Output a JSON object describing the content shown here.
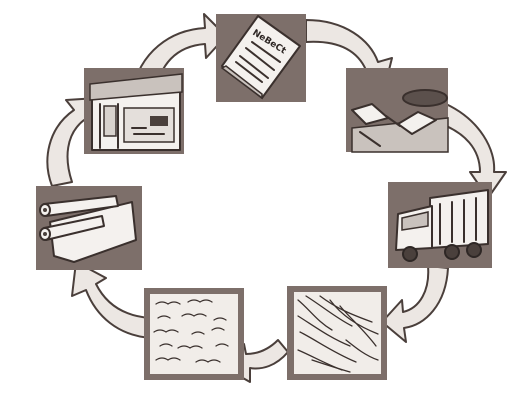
{
  "diagram": {
    "cycle_steps": [
      {
        "id": "newspaper",
        "icon": "newspaper-icon",
        "headline_text": "NeBeCt"
      },
      {
        "id": "collection-bin",
        "icon": "recycling-bin-icon"
      },
      {
        "id": "truck",
        "icon": "truck-icon"
      },
      {
        "id": "shredded-fibers",
        "icon": "fiber-icon"
      },
      {
        "id": "pulp",
        "icon": "pulp-icon"
      },
      {
        "id": "paper-rolls",
        "icon": "paper-roll-icon"
      },
      {
        "id": "store",
        "icon": "storefront-icon"
      }
    ],
    "colors": {
      "panel": "#7d6f6a",
      "arrow_fill": "#ece7e3",
      "ink": "#3a302d"
    }
  }
}
